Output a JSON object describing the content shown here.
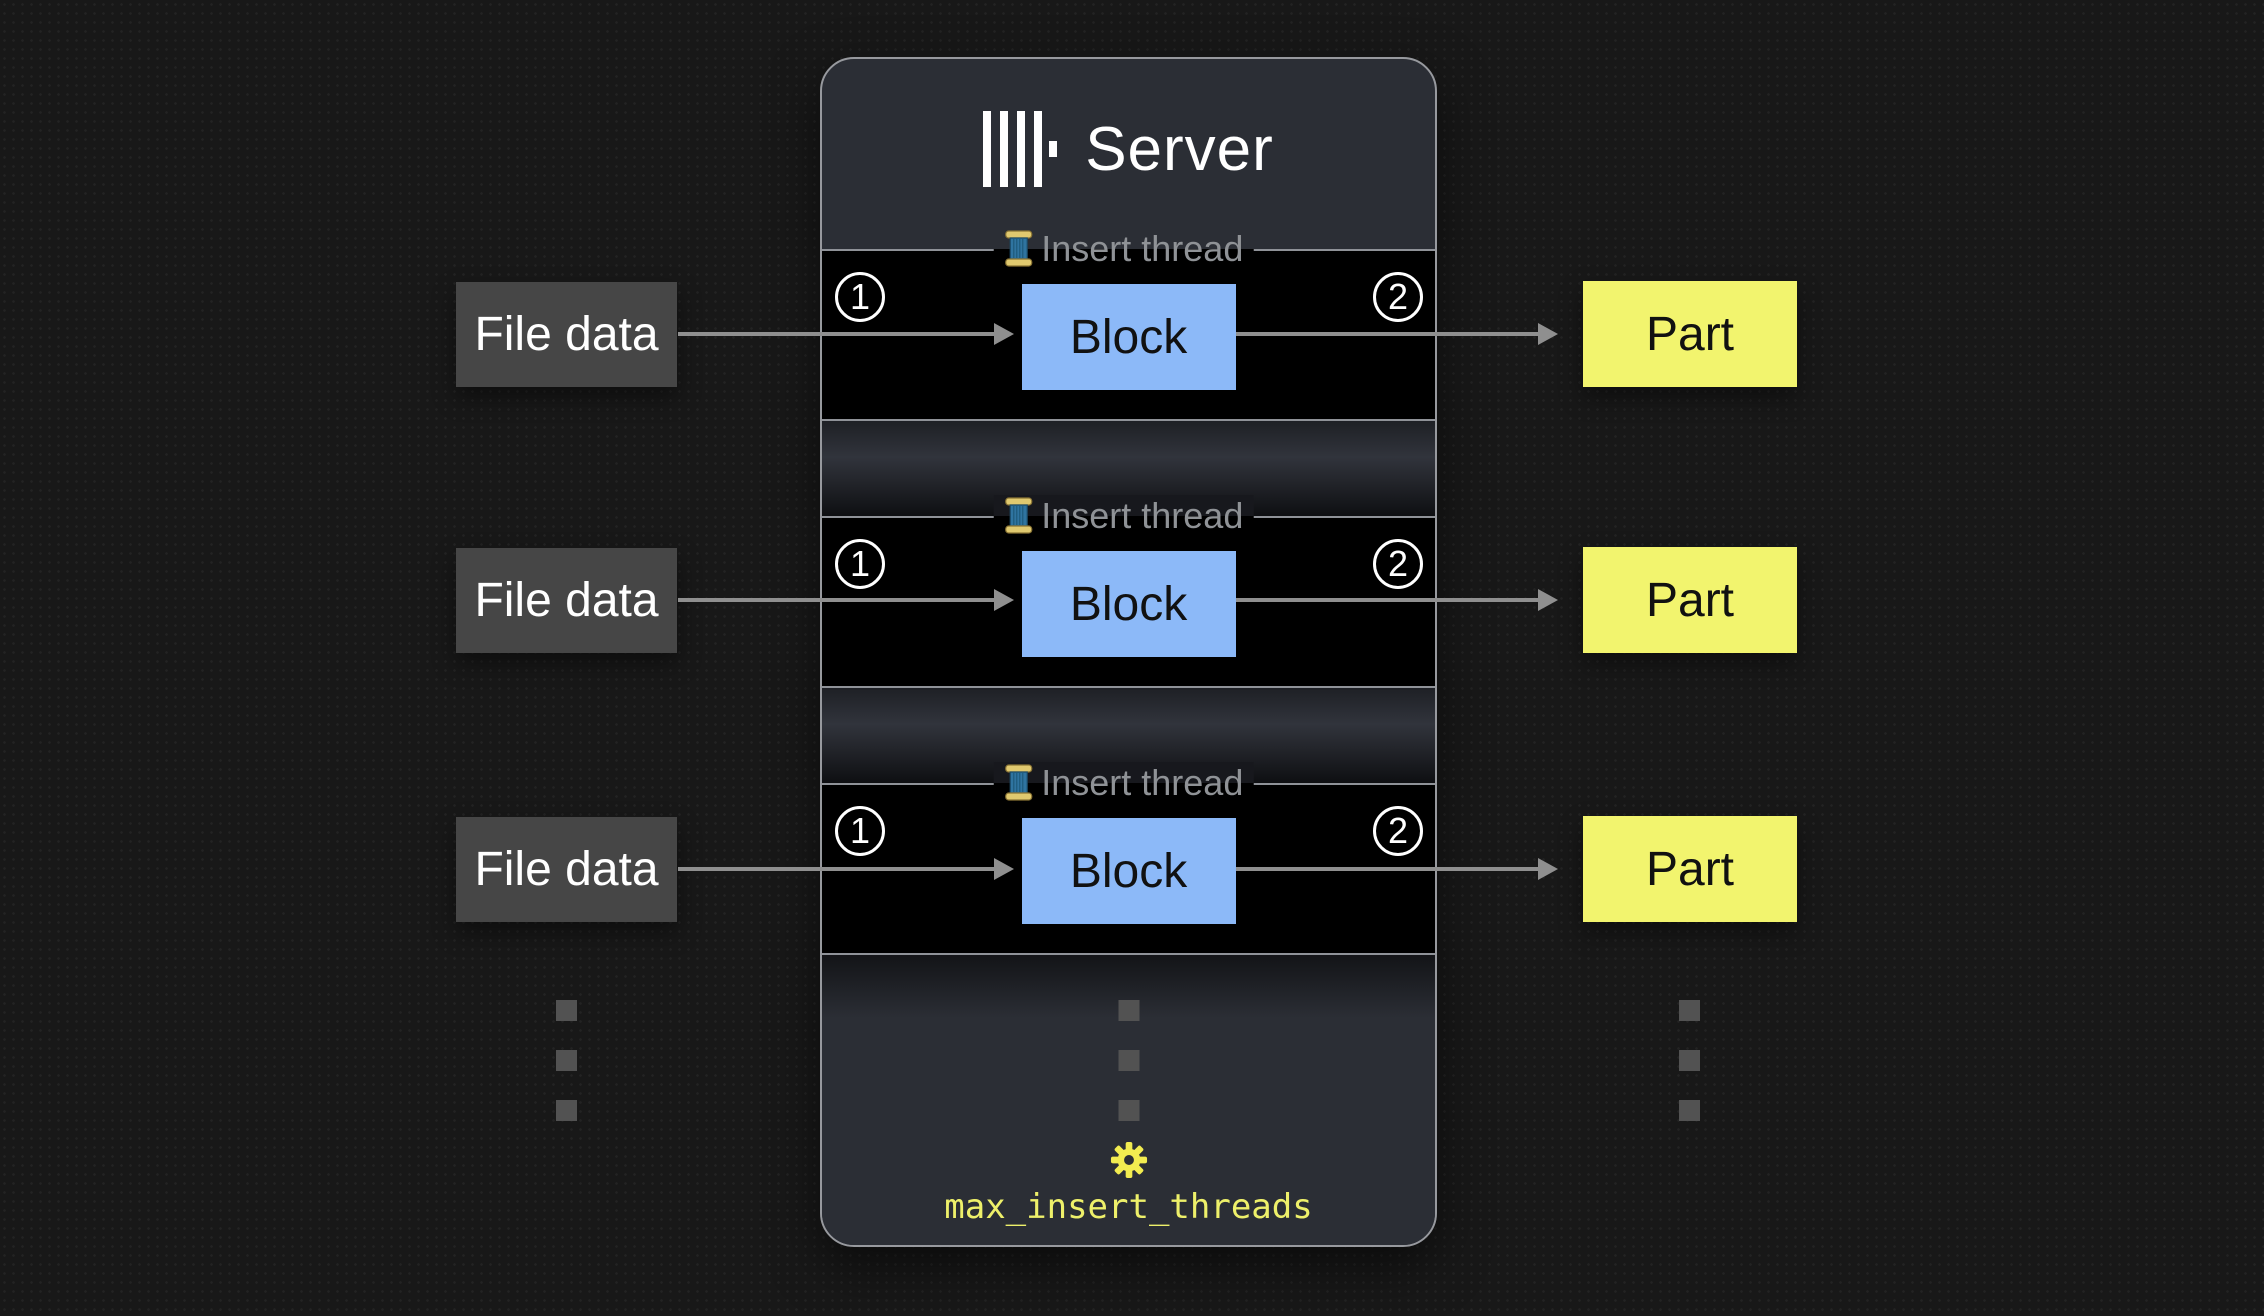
{
  "server": {
    "title": "Server",
    "logo_icon": "clickhouse-bars-logo",
    "threads": [
      {
        "legend": "Insert thread",
        "step_in": "1",
        "block": "Block",
        "step_out": "2"
      },
      {
        "legend": "Insert thread",
        "step_in": "1",
        "block": "Block",
        "step_out": "2"
      },
      {
        "legend": "Insert thread",
        "step_in": "1",
        "block": "Block",
        "step_out": "2"
      }
    ],
    "setting": {
      "icon": "gear",
      "label": "max_insert_threads"
    }
  },
  "inputs": [
    {
      "label": "File data"
    },
    {
      "label": "File data"
    },
    {
      "label": "File data"
    }
  ],
  "outputs": [
    {
      "label": "Part"
    },
    {
      "label": "Part"
    },
    {
      "label": "Part"
    }
  ],
  "colors": {
    "page_bg": "#181818",
    "server_bg": "#2b2e35",
    "server_border": "#97999e",
    "row_bg": "#000000",
    "row_border": "#8f9298",
    "legend_text": "#8f9296",
    "block_fill": "#8cb9f8",
    "block_text": "#111111",
    "part_fill": "#f2f46e",
    "part_text": "#111111",
    "filedata_fill": "#464646",
    "filedata_text": "#ffffff",
    "arrow": "#8f8f8f",
    "step_badge": "#ffffff",
    "dots": "#525252",
    "setting_yellow": "#eef06a"
  }
}
